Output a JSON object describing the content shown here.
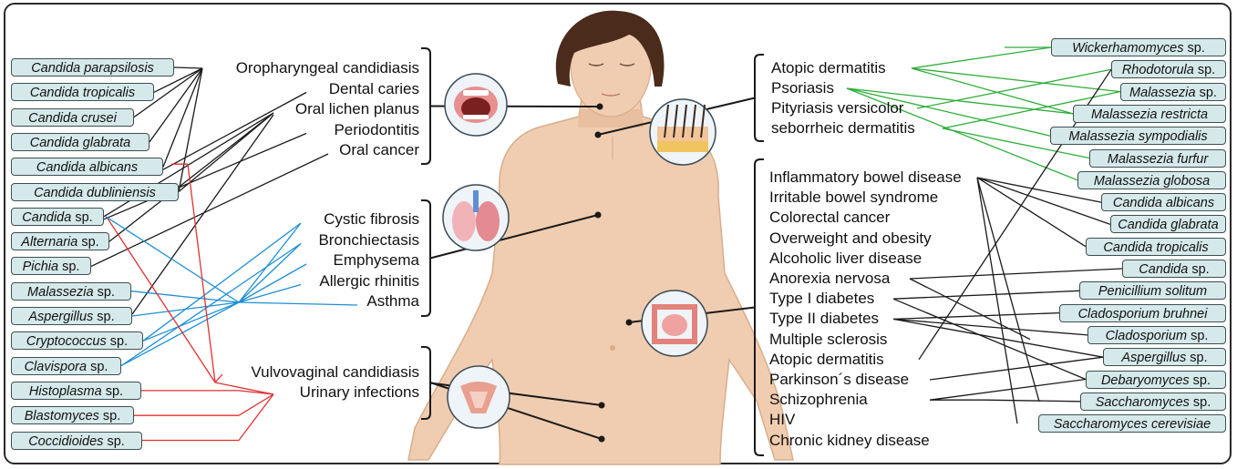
{
  "left_organisms": [
    {
      "genus": "Candida parapsilosis",
      "suffix": ""
    },
    {
      "genus": "Candida tropicalis",
      "suffix": ""
    },
    {
      "genus": "Candida crusei",
      "suffix": ""
    },
    {
      "genus": "Candida glabrata",
      "suffix": ""
    },
    {
      "genus": "Candida albicans",
      "suffix": ""
    },
    {
      "genus": "Candida dubliniensis",
      "suffix": ""
    },
    {
      "genus": "Candida",
      "suffix": " sp."
    },
    {
      "genus": "Alternaria",
      "suffix": " sp."
    },
    {
      "genus": "Pichia",
      "suffix": " sp."
    },
    {
      "genus": "Malassezia",
      "suffix": " sp."
    },
    {
      "genus": "Aspergillus",
      "suffix": " sp."
    },
    {
      "genus": "Cryptococcus",
      "suffix": " sp."
    },
    {
      "genus": "Clavispora",
      "suffix": " sp."
    },
    {
      "genus": "Histoplasma",
      "suffix": " sp."
    },
    {
      "genus": "Blastomyces",
      "suffix": " sp."
    },
    {
      "genus": "Coccidioides",
      "suffix": " sp."
    }
  ],
  "oral_diseases": [
    "Oropharyngeal candidiasis",
    "Dental caries",
    "Oral lichen planus",
    "Periodontitis",
    "Oral cancer"
  ],
  "lung_diseases": [
    "Cystic fibrosis",
    "Bronchiectasis",
    "Emphysema",
    "Allergic rhinitis",
    "Asthma"
  ],
  "urogenital_diseases": [
    "Vulvovaginal candidiasis",
    "Urinary infections"
  ],
  "skin_diseases": [
    "Atopic dermatitis",
    "Psoriasis",
    "Pityriasis versicolor",
    "seborrheic dermatitis"
  ],
  "gut_diseases": [
    "Inflammatory bowel disease",
    "Irritable bowel syndrome",
    "Colorectal cancer",
    "Overweight and obesity",
    "Alcoholic liver disease",
    "Anorexia nervosa",
    "Type I diabetes",
    "Type II diabetes",
    "Multiple sclerosis",
    "Atopic dermatitis",
    "Parkinson´s disease",
    "Schizophrenia",
    "HIV",
    "Chronic kidney disease"
  ],
  "right_organisms": [
    {
      "genus": "Wickerhamomyces",
      "suffix": " sp."
    },
    {
      "genus": "Rhodotorula",
      "suffix": " sp."
    },
    {
      "genus": "Malassezia",
      "suffix": " sp."
    },
    {
      "genus": "Malassezia restricta",
      "suffix": ""
    },
    {
      "genus": "Malassezia sympodialis",
      "suffix": ""
    },
    {
      "genus": "Malassezia furfur",
      "suffix": ""
    },
    {
      "genus": "Malassezia globosa",
      "suffix": ""
    },
    {
      "genus": "Candida albicans",
      "suffix": ""
    },
    {
      "genus": "Candida glabrata",
      "suffix": ""
    },
    {
      "genus": "Candida tropicalis",
      "suffix": ""
    },
    {
      "genus": "Candida",
      "suffix": " sp."
    },
    {
      "genus": "Penicillium solitum",
      "suffix": ""
    },
    {
      "genus": "Cladosporium bruhnei",
      "suffix": ""
    },
    {
      "genus": "Cladosporium",
      "suffix": " sp."
    },
    {
      "genus": "Aspergillus",
      "suffix": " sp."
    },
    {
      "genus": "Debaryomyces",
      "suffix": " sp."
    },
    {
      "genus": "Saccharomyces",
      "suffix": " sp."
    },
    {
      "genus": "Saccharomyces cerevisiae",
      "suffix": ""
    }
  ],
  "colors": {
    "oral": "#1a1a1a",
    "lung": "#1f8fd6",
    "urogenital": "#e03030",
    "skin": "#2fae3a",
    "gut": "#1a1a1a",
    "box_fill": "#d6e9ea",
    "skin_tone": "#f0cdb0",
    "hair": "#4a2b1c"
  }
}
